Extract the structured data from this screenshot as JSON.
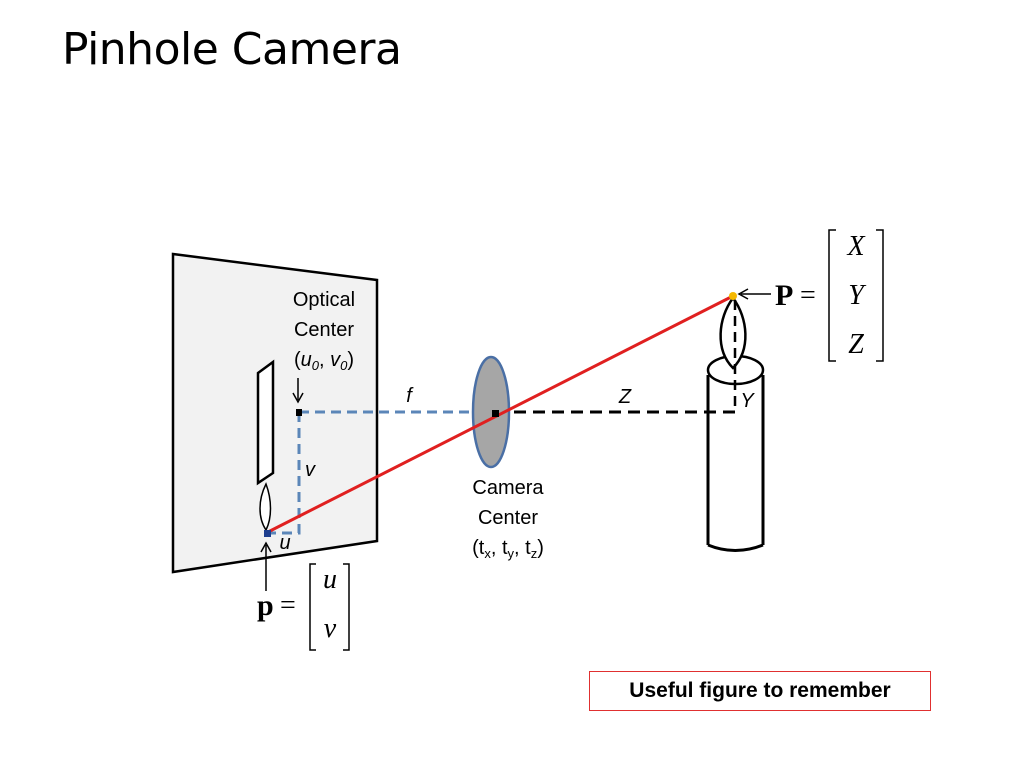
{
  "slide": {
    "title": "Pinhole Camera",
    "note": "Useful figure to remember"
  },
  "diagram": {
    "optical_center": {
      "line1": "Optical",
      "line2": "Center",
      "open": "(",
      "u0": "u",
      "u0_sub": "0",
      "comma": ", ",
      "v0": "v",
      "v0_sub": "0",
      "close": ")"
    },
    "camera_center": {
      "line1": "Camera",
      "line2": "Center",
      "open": "(t",
      "tx_sub": "x",
      "sep1": ", t",
      "ty_sub": "y",
      "sep2": ", t",
      "tz_sub": "z",
      "close": ")"
    },
    "labels": {
      "f": "f",
      "Z": "Z",
      "Y": "Y",
      "v": "v",
      "u": "u"
    },
    "world_point": {
      "symbol": "P",
      "equals": "=",
      "rows": [
        "X",
        "Y",
        "Z"
      ]
    },
    "image_point": {
      "symbol": "p",
      "equals": "=",
      "rows": [
        "u",
        "v"
      ]
    },
    "colors": {
      "ray": "#e02020",
      "optical_axis_dashed": "#5b86b8",
      "lens_fill": "#a6a6a6",
      "lens_stroke": "#4a6fa5",
      "image_plane_fill": "#f2f2f2",
      "flame_point": "#f5b800"
    }
  }
}
